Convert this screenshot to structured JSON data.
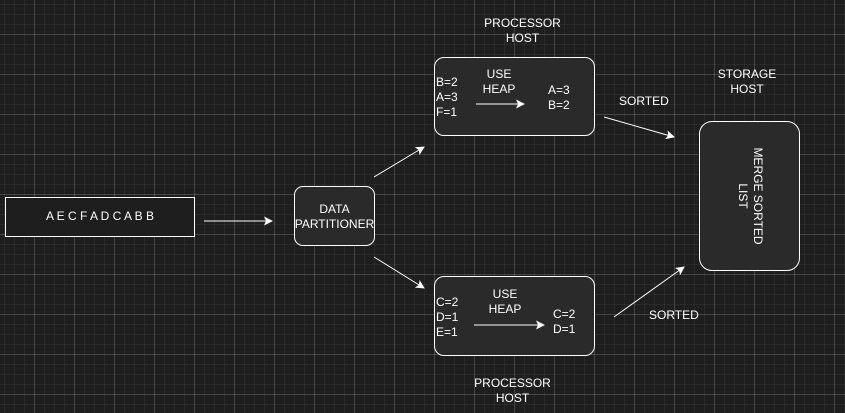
{
  "input_box": {
    "label": "A E C F A D C A B B"
  },
  "partitioner": {
    "label": "DATA\nPARTITIONER"
  },
  "processor_top": {
    "host_label": "PROCESSOR\nHOST",
    "input_values": "B=2\nA=3\nF=1",
    "step_label": "USE\nHEAP",
    "output_values": "A=3\nB=2"
  },
  "processor_bottom": {
    "host_label": "PROCESSOR\nHOST",
    "input_values": "C=2\nD=1\nE=1",
    "step_label": "USE\nHEAP",
    "output_values": "C=2\nD=1"
  },
  "sorted_top": "SORTED",
  "sorted_bottom": "SORTED",
  "storage": {
    "host_label": "STORAGE\nHOST",
    "merge_label": "MERGE SORTED\nLIST"
  }
}
